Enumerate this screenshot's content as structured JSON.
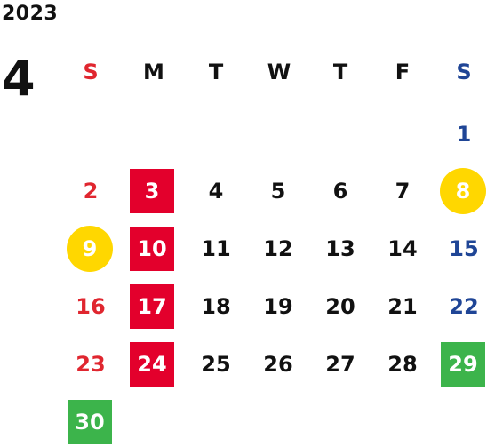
{
  "calendar": {
    "year": "2023",
    "month": "4",
    "weekdays": [
      "S",
      "M",
      "T",
      "W",
      "T",
      "F",
      "S"
    ],
    "days": [
      "1",
      "2",
      "3",
      "4",
      "5",
      "6",
      "7",
      "8",
      "9",
      "10",
      "11",
      "12",
      "13",
      "14",
      "15",
      "16",
      "17",
      "18",
      "19",
      "20",
      "21",
      "22",
      "23",
      "24",
      "25",
      "26",
      "27",
      "28",
      "29",
      "30"
    ]
  },
  "colors": {
    "sunday": "#e0262f",
    "saturday": "#1f4596",
    "red_highlight": "#e3002c",
    "green_highlight": "#3cb44b",
    "yellow_highlight": "#ffd700"
  }
}
